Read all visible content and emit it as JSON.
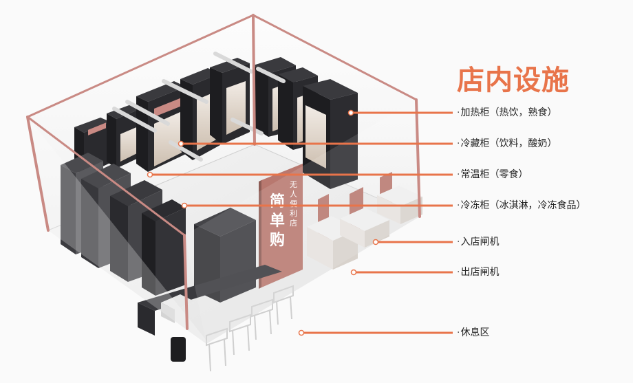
{
  "title": "店内设施",
  "callouts": [
    {
      "label": "加热柜（热饮，熟食）"
    },
    {
      "label": "冷藏柜（饮料，酸奶）"
    },
    {
      "label": "常温柜（零食）"
    },
    {
      "label": "冷冻柜（冰淇淋，冷冻食品）"
    },
    {
      "label": "入店闸机"
    },
    {
      "label": "出店闸机"
    },
    {
      "label": "休息区"
    }
  ],
  "banner": {
    "big_chars": [
      "简",
      "单",
      "购"
    ],
    "small_chars": [
      "无",
      "人",
      "便",
      "利",
      "店"
    ]
  },
  "colors": {
    "accent": "#e8744a",
    "frame": "#c98a84",
    "banner": "#b8786f",
    "cabinet": "#26262a"
  }
}
